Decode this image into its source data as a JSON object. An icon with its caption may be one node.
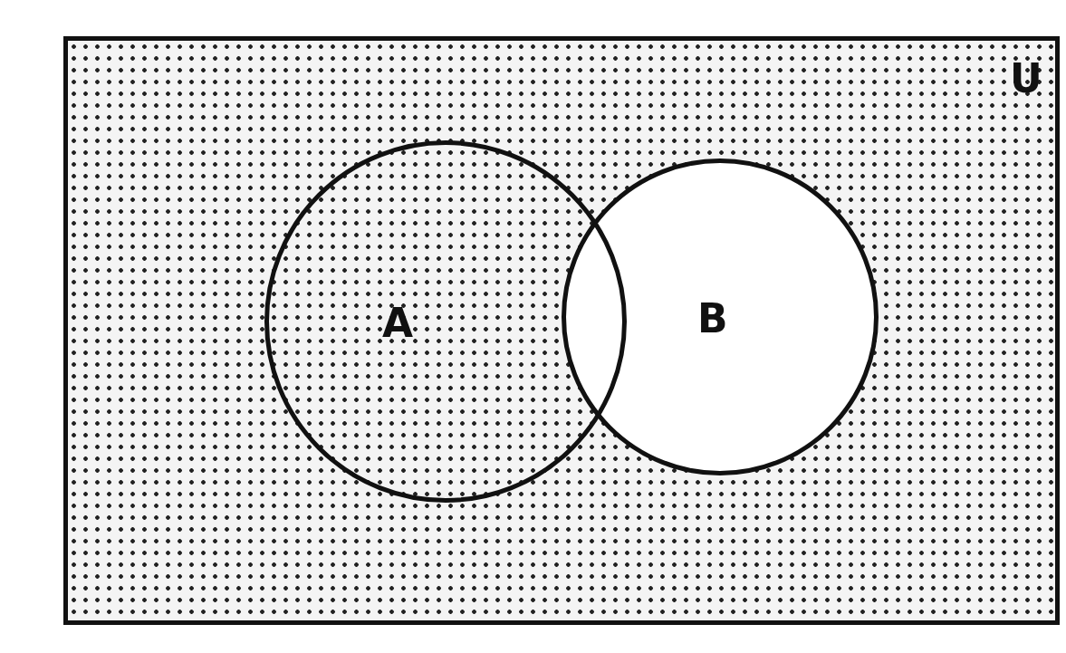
{
  "diagram": {
    "nodes": [
      {
        "text": [
          "U"
        ]
      },
      {
        "text": [
          "A"
        ],
        "in": 0
      },
      {
        "text": [
          "B"
        ],
        "in": 0
      }
    ]
  }
}
